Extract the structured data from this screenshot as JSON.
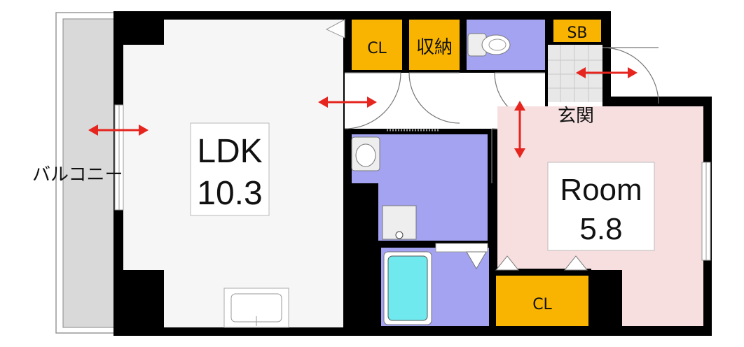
{
  "plan": {
    "balcony_label": "バルコニー",
    "rooms": {
      "ldk": {
        "name": "LDK",
        "size": "10.3"
      },
      "room": {
        "name": "Room",
        "size": "5.8"
      },
      "cl_top": "CL",
      "storage": "収納",
      "shoe_box": "SB",
      "entrance": "玄関",
      "cl_room": "CL"
    },
    "colors": {
      "wall": "#000000",
      "ldk_floor": "#f6f6f6",
      "balcony": "#d9d9d9",
      "closet": "#f8b400",
      "wet_area": "#a3a3f2",
      "bathtub": "#6fe9ee",
      "room_floor": "#f7dfe0",
      "entrance_tile": "#e8e8e8",
      "arrow": "#e5251e"
    }
  }
}
